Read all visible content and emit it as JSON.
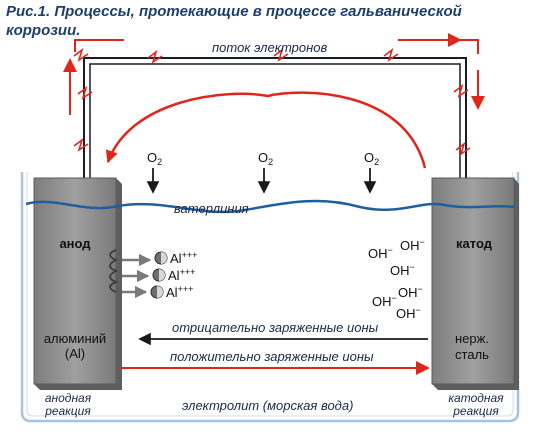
{
  "figure": {
    "title": "Рис.1.  Процессы, протекающие в процессе гальванической коррозии.",
    "labels": {
      "electron_flow": "поток электронов",
      "waterline": "ватерлиния",
      "anode_title": "анод",
      "anode_material_1": "алюминий",
      "anode_material_2": "(Al)",
      "cathode_title": "катод",
      "cathode_material_1": "нерж.",
      "cathode_material_2": "сталь",
      "negative_ions": "отрицательно заряженные ионы",
      "positive_ions": "положительно заряженные ионы",
      "electrolyte": "электролит (морская вода)",
      "anodic_1": "анодная",
      "anodic_2": "реакция",
      "cathodic_1": "катодная",
      "cathodic_2": "реакция",
      "oxygen": "O",
      "oxygen_sub": "2",
      "al_ion": "Al",
      "al_charge": "+++",
      "hydroxide": "OH",
      "hydroxide_charge": "−"
    },
    "colors": {
      "title": "#1e3f6e",
      "text": "#1a1a1a",
      "italic_text": "#1a2a4a",
      "red_arrow": "#e0261b",
      "water": "#1f5fa0",
      "wire": "#1a1a2a",
      "electrode": "#8c8c8c",
      "tank": "#a9c3df"
    }
  }
}
